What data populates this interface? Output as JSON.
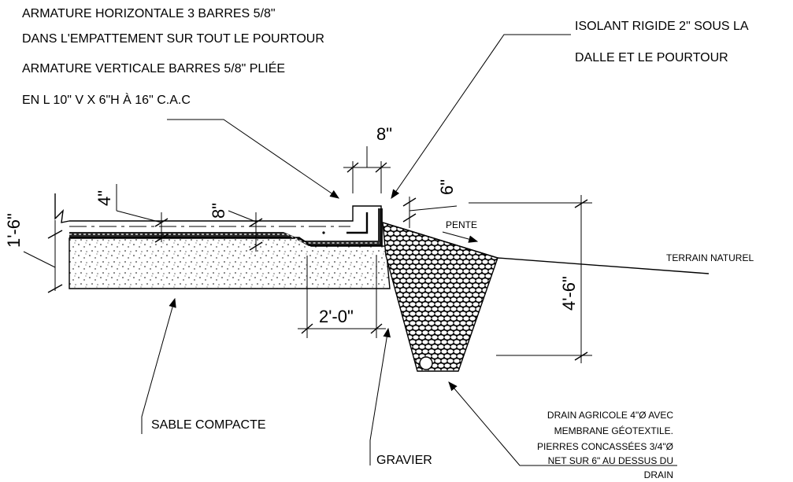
{
  "notes": {
    "rebar_horizontal": "ARMATURE HORIZONTALE 3 BARRES 5/8\"",
    "rebar_horizontal_2": "DANS L'EMPATTEMENT SUR TOUT LE POURTOUR",
    "rebar_vertical": "ARMATURE VERTICALE  BARRES 5/8\" PLIÉE",
    "rebar_vertical_2": "EN L  10\" V X 6\"H À 16\" C.A.C",
    "insulation": "ISOLANT RIGIDE 2\" SOUS LA",
    "insulation_2": "DALLE ET LE POURTOUR",
    "slope": "PENTE",
    "natural_ground": "TERRAIN NATUREL",
    "compacted_sand": "SABLE COMPACTE",
    "gravel": "GRAVIER",
    "drain_1": "DRAIN AGRICOLE 4\"Ø AVEC",
    "drain_2": "MEMBRANE GÉOTEXTILE.",
    "drain_3": "PIERRES CONCASSÉES 3/4\"Ø",
    "drain_4": "NET SUR 6\" AU DESSUS DU",
    "drain_5": "DRAIN"
  },
  "dimensions": {
    "footing_width": "8\"",
    "slab_edge": "6\"",
    "slab_thickness": "4\"",
    "slab_thickening": "8\"",
    "sand_depth": "1'-6\"",
    "thickening_width": "2'-0\"",
    "drain_depth": "4'-6\""
  }
}
